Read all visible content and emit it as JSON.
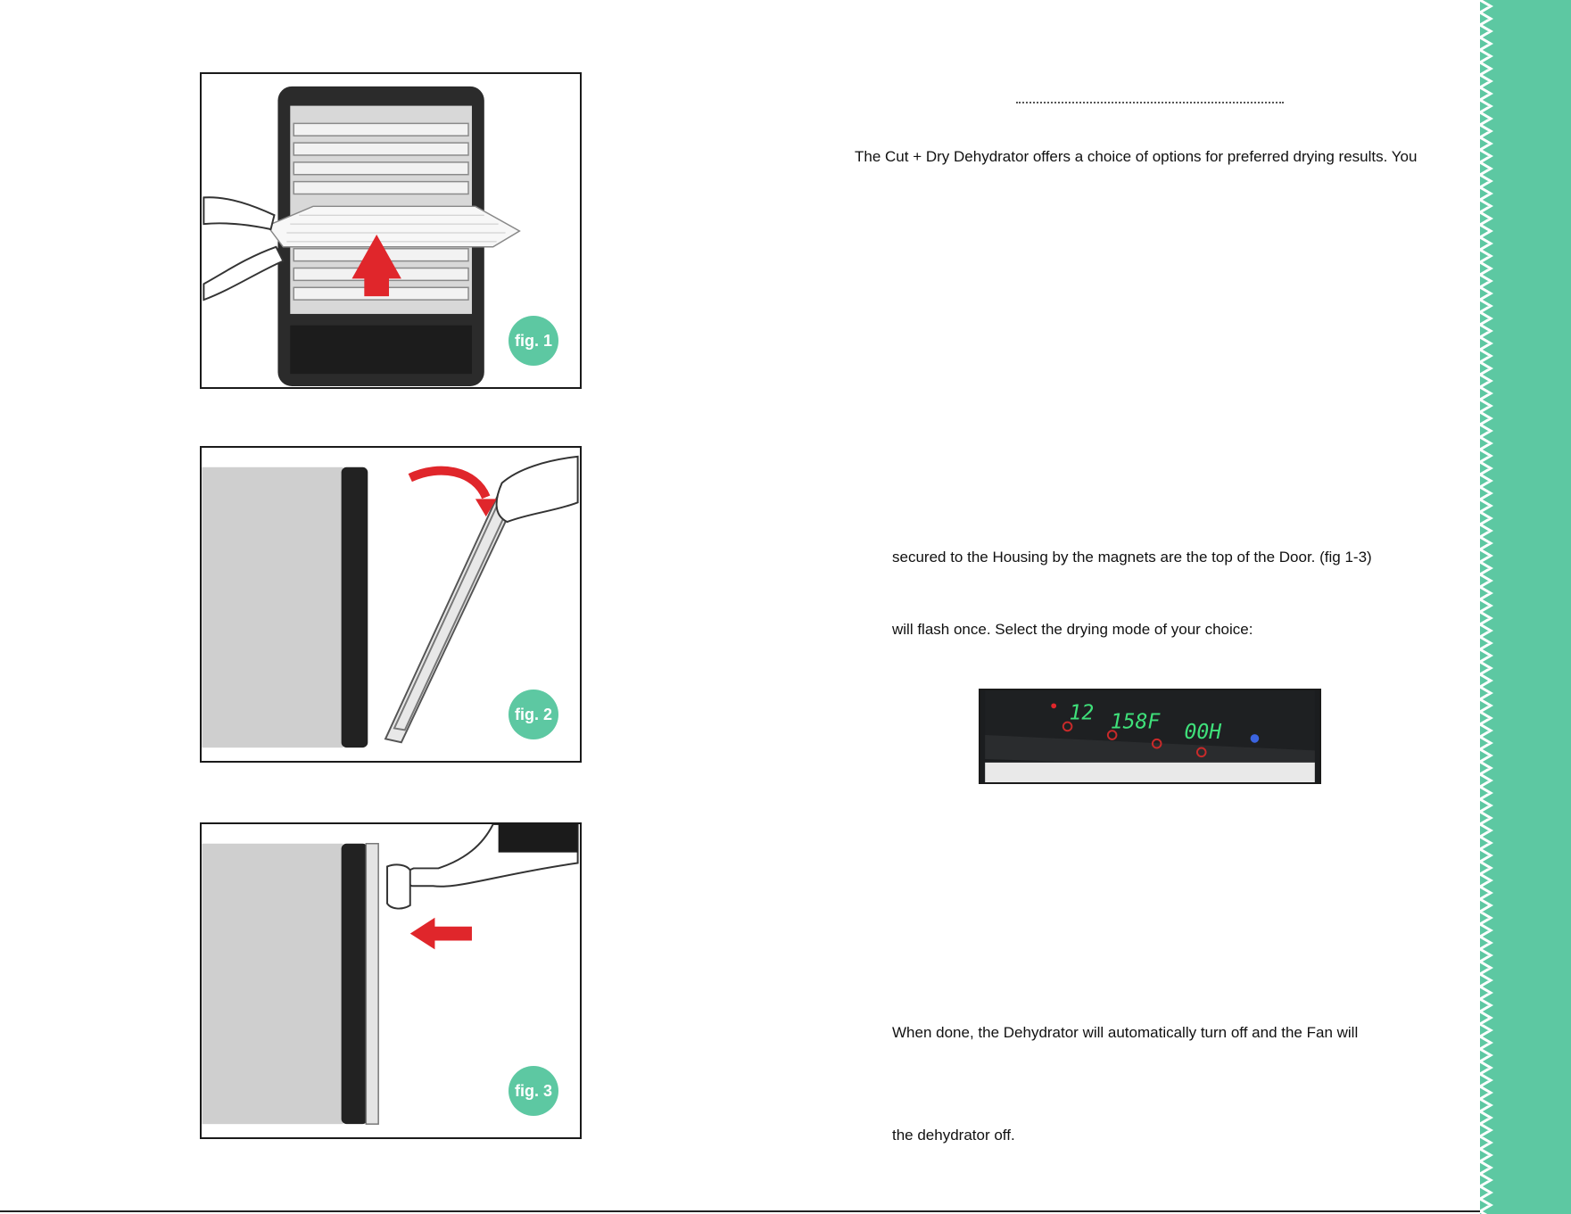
{
  "figures": [
    {
      "label": "fig. 1",
      "icon": "dehydrator-tray-insert-illustration"
    },
    {
      "label": "fig. 2",
      "icon": "door-opening-illustration"
    },
    {
      "label": "fig. 3",
      "icon": "door-closing-illustration"
    }
  ],
  "text": {
    "intro": "The Cut + Dry Dehydrator offers a choice of options for preferred drying results. You",
    "line2": "secured to the Housing by the magnets are the top of the Door. (fig 1-3)",
    "line3": "will flash once. Select the drying mode of your choice:",
    "line4": "When done, the Dehydrator will automatically turn off and the Fan will",
    "line5": "the dehydrator off."
  },
  "control_panel": {
    "hours": "12",
    "temperature": "158F",
    "timer": "00H"
  },
  "colors": {
    "accent": "#5dc8a2",
    "arrow": "#e0262b",
    "display": "#3fe07a"
  }
}
